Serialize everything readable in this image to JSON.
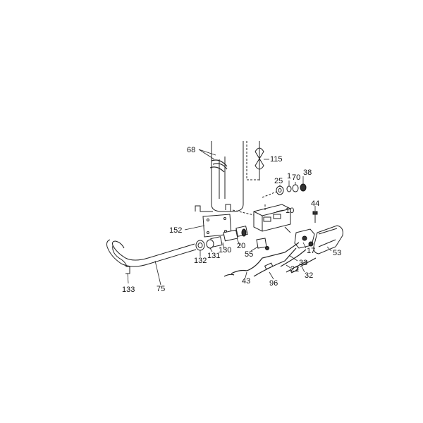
{
  "diagram": {
    "callouts": {
      "p68": "68",
      "p115": "115",
      "p25": "25",
      "p1": "1",
      "p70": "70",
      "p38": "38",
      "p10": "10",
      "p44": "44",
      "p152": "152",
      "p130": "130",
      "p131": "131",
      "p132": "132",
      "p20": "20",
      "p55": "55",
      "p17": "17",
      "p53": "53",
      "p33": "33",
      "p22": "22",
      "p32": "32",
      "p43": "43",
      "p96": "96",
      "p75": "75",
      "p133": "133"
    }
  }
}
